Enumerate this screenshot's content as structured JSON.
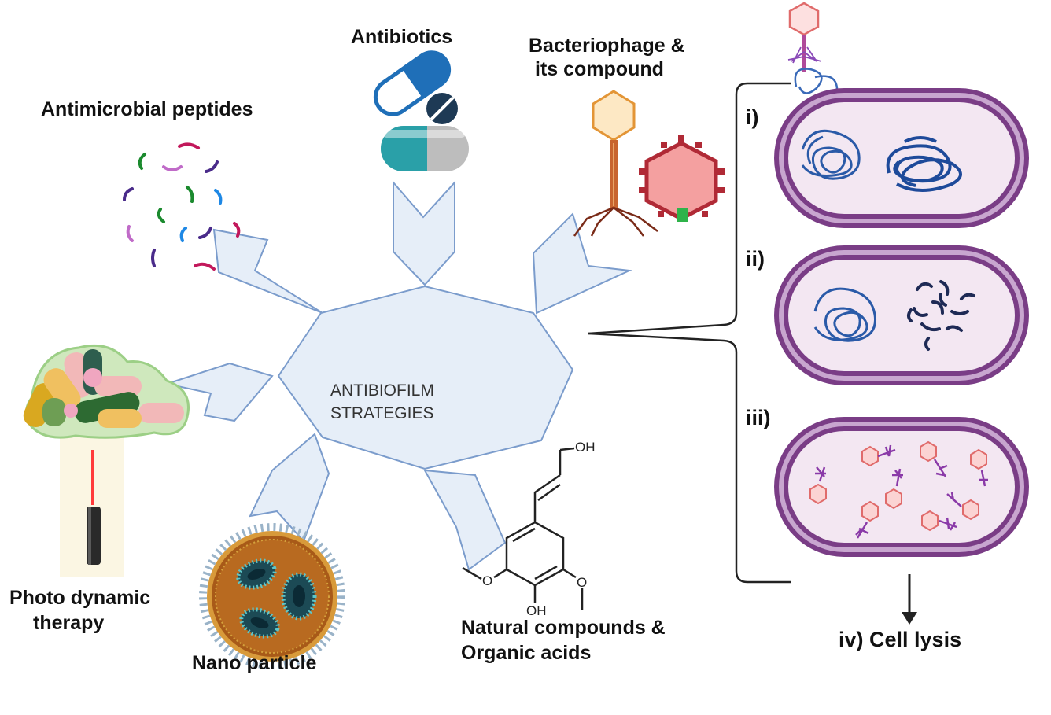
{
  "center": {
    "line1": "ANTIBIOFILM",
    "line2": "STRATEGIES"
  },
  "strategies": {
    "antibiotics": "Antibiotics",
    "bacteriophage_line1": "Bacteriophage &",
    "bacteriophage_line2": "its compound",
    "peptides": "Antimicrobial peptides",
    "photodynamic_line1": "Photo dynamic",
    "photodynamic_line2": "therapy",
    "nano": "Nano particle",
    "natural_line1": "Natural compounds &",
    "natural_line2": "Organic acids"
  },
  "stages": {
    "s1": "i)",
    "s2": "ii)",
    "s3": "iii)",
    "s4": "iv) Cell lysis"
  },
  "molecule": {
    "oh_top": "OH",
    "oh_bottom": "OH",
    "o_left": "O",
    "o_right": "O"
  },
  "colors": {
    "arrow_fill": "#e6eef8",
    "arrow_stroke": "#7b9ccc",
    "cell_wall": "#7a3d86",
    "cell_inner": "#f3e7f2",
    "dna": "#2a5aa8",
    "phage_head": "#f4a0a0"
  }
}
